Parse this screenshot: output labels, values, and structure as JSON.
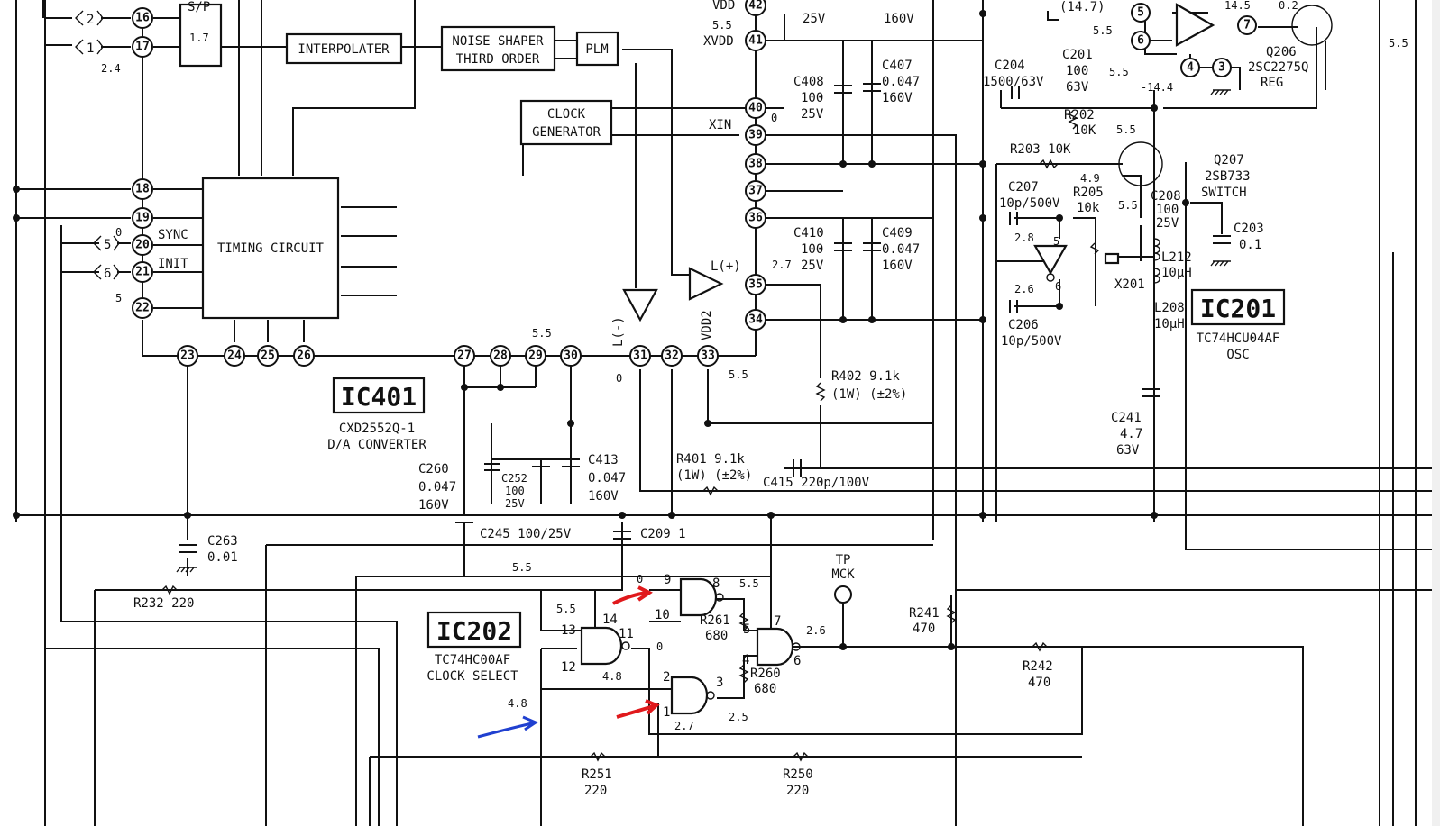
{
  "ic401": {
    "name": "IC401",
    "part": "CXD2552Q-1",
    "function": "D/A CONVERTER",
    "blocks": {
      "interpolater": "INTERPOLATER",
      "noise_shaper_1": "NOISE SHAPER",
      "noise_shaper_2": "THIRD ORDER",
      "plm": "PLM",
      "clock_1": "CLOCK",
      "clock_2": "GENERATOR",
      "timing": "TIMING CIRCUIT",
      "sp": "S/P"
    },
    "pins": [
      "16",
      "17",
      "18",
      "19",
      "20",
      "21",
      "22",
      "23",
      "24",
      "25",
      "26",
      "27",
      "28",
      "29",
      "30",
      "31",
      "32",
      "33",
      "34",
      "35",
      "36",
      "37",
      "38",
      "39",
      "40",
      "41",
      "42"
    ],
    "signal_labels": {
      "sync": "SYNC",
      "init": "INIT",
      "xin": "XIN",
      "xvdd": "XVDD",
      "vdd": "VDD",
      "vdd2": "VDD2",
      "lminus": "L(-)",
      "lplus": "L(+)"
    },
    "connectors": [
      "2",
      "1",
      "5",
      "6"
    ]
  },
  "ic201": {
    "name": "IC201",
    "part": "TC74HCU04AF",
    "function": "OSC"
  },
  "ic202": {
    "name": "IC202",
    "part": "TC74HC00AF",
    "function": "CLOCK SELECT"
  },
  "tp": {
    "line1": "TP",
    "line2": "MCK"
  },
  "voltages": {
    "v1_7": "1.7",
    "v2_4": "2.4",
    "v0a": "0",
    "v5a": "5",
    "v0b": "0",
    "v5_5_33": "5.5",
    "v5_5_30": "5.5",
    "v0_31": "0",
    "v2_7_35": "2.7",
    "v5_5_xvdd": "5.5",
    "v0_xin": "0",
    "v5_5_c201": "5.5",
    "v5_5_q": "5.5",
    "v14_4": "-14.4",
    "v5_5_r202": "5.5",
    "v4_9": "4.9",
    "v5_5_l": "5.5",
    "v2_8": "2.8",
    "v2_6": "2.6",
    "v5_5_q206": "5.5",
    "v5_5_ic202": "5.5",
    "v5_5_pin14": "5.5",
    "v0_pin9": "0",
    "v5_5_pin8": "5.5",
    "v0_pin11": "0",
    "v4_8_pin2": "4.8",
    "v4_8": "4.8",
    "v2_7_pin1": "2.7",
    "v2_5": "2.5",
    "v2_6_pin6": "2.6",
    "v5_inv": "5",
    "v6_inv": "6",
    "v14_5": "14.5",
    "v0_2": "0.2"
  },
  "components": {
    "c408": "C408",
    "c408v": "100",
    "c408r": "25V",
    "c407": "C407",
    "c407v": "0.047",
    "c407r": "160V",
    "c410": "C410",
    "c410v": "100",
    "c410r": "25V",
    "c409": "C409",
    "c409v": "0.047",
    "c409r": "160V",
    "c204": "C204",
    "c204v": "1500/63V",
    "c201": "C201",
    "c201v": "100",
    "c201r": "63V",
    "r202": "R202",
    "r202v": "10K",
    "r203": "R203 10K",
    "c207": "C207",
    "c207v": "10p/500V",
    "r205": "R205",
    "r205v": "10k",
    "c206": "C206",
    "c206v": "10p/500V",
    "c208": "C208",
    "c208v": "100",
    "c208r": "25V",
    "l212": "L212",
    "l212v": "10µH",
    "l208": "L208",
    "l208v": "10µH",
    "x201": "X201",
    "c241": "C241",
    "c241v": "4.7",
    "c241r": "63V",
    "q206": "Q206",
    "q206p": "2SC2275Q",
    "q206f": "REG",
    "q207": "Q207",
    "q207p": "2SB733",
    "q207f": "SWITCH",
    "c203": "C203",
    "c203v": "0.1",
    "r402": "R402 9.1k",
    "r402r": "(1W) (±2%)",
    "r401": "R401 9.1k",
    "r401r": "(1W) (±2%)",
    "c415": "C415  220p/100V",
    "c413": "C413",
    "c413v": "0.047",
    "c413r": "160V",
    "c252": "C252",
    "c252v": "100",
    "c252r": "25V",
    "c260": "C260",
    "c260v": "0.047",
    "c260r": "160V",
    "c245": "C245  100/25V",
    "c209": "C209   1",
    "c263": "C263",
    "c263v": "0.01",
    "r232": "R232  220",
    "r261": "R261",
    "r261v": "680",
    "r260": "R260",
    "r260v": "680",
    "r241": "R241",
    "r241v": "470",
    "r242": "R242",
    "r242v": "470",
    "r251": "R251",
    "r251v": "220",
    "r250": "R250",
    "r250v": "220",
    "pv25": "25V",
    "pv160": "160V",
    "pv14": "(14.7)"
  },
  "gate_pins": {
    "p13": "13",
    "p14": "14",
    "p12": "12",
    "p11": "11",
    "p9": "9",
    "p10": "10",
    "p8": "8",
    "p2": "2",
    "p1": "1",
    "p3": "3",
    "p7": "7",
    "p5": "5",
    "p4": "4",
    "p6": "6"
  },
  "opamp_pins": {
    "p5": "5",
    "p6": "6",
    "p7": "7",
    "p4": "4",
    "p3": "3"
  },
  "colors": {
    "ink": "#111111",
    "paper": "#ffffff",
    "mark_red": "#e0191c",
    "mark_blue": "#2040d0"
  }
}
